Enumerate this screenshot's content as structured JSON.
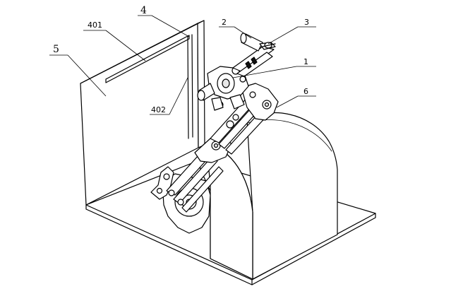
{
  "labels": {
    "l1": "1",
    "l2": "2",
    "l3": "3",
    "l4": "4",
    "l5": "5",
    "l6": "6",
    "l401": "401",
    "l402": "402"
  }
}
